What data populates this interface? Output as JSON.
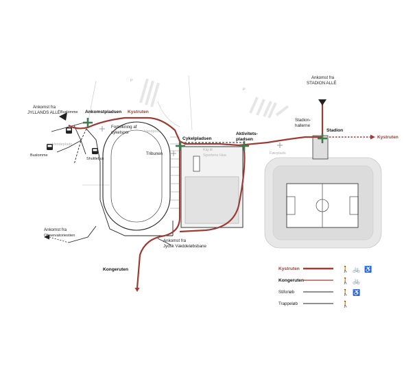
{
  "colors": {
    "kystruten": "#9b3b34",
    "kongeruten": "#9b3b34",
    "entry_cross": "#3f7a4c",
    "path_dark": "#222222",
    "building_grey": "#d6d6d6"
  },
  "labels": {
    "jyllands_alle": [
      "Ankomst fra",
      "JYLLANDS ALLÉ"
    ],
    "stadion_alle": [
      "Ankomst fra",
      "STADION ALLÉ"
    ],
    "observatoriestien": [
      "Ankomst fra",
      "Observatoriestien"
    ],
    "jydsk": [
      "Ankomst fra",
      "Jydsk Væddeløbsbane"
    ],
    "buslomme_1": "Buslomme",
    "buslomme_2": "Buslomme",
    "vendeplads": "Vendeplads",
    "shuttlebus": "Shuttlebus",
    "ankomstpladsen": "Ankomstpladsen",
    "kystruten_top": "Kystruten",
    "fortolkning": [
      "Fortolkning af",
      "cykelspor"
    ],
    "vandpost": "Vandpost",
    "tribunen": "Tribunen",
    "cykelpladsen": "Cykelpladsen",
    "kig_til": [
      "Kig til",
      "Sportens Hus"
    ],
    "aktivitetspladsen": [
      "Aktivitets-",
      "pladsen"
    ],
    "faerplads": "Færplads",
    "stadionhallerne": [
      "Stadion-",
      "hallerne"
    ],
    "stadion": "Stadion",
    "kystruten_right": "Kystruten",
    "kongeruten": "Kongeruten"
  },
  "legend": [
    {
      "label": "Kystruten",
      "style": "red-bold",
      "icons": [
        "walk-icon",
        "bike-icon",
        "wheelchair-icon"
      ]
    },
    {
      "label": "Kongeruten",
      "style": "red",
      "icons": [
        "walk-icon",
        "bike-icon"
      ]
    },
    {
      "label": "Stiforløb",
      "style": "dark",
      "icons": [
        "walk-icon",
        "wheelchair-icon"
      ]
    },
    {
      "label": "Trappeløb",
      "style": "dark",
      "icons": [
        "walk-icon"
      ]
    }
  ]
}
